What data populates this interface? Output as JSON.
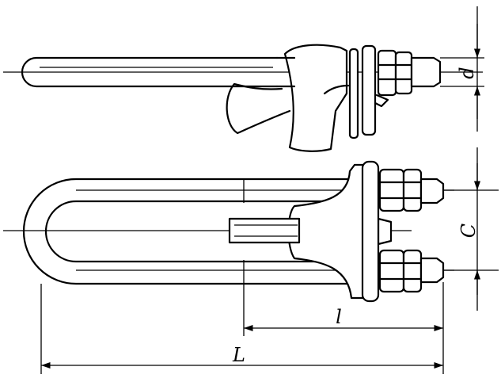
{
  "labels": {
    "d": "d",
    "C": "C",
    "l": "l",
    "L": "L"
  }
}
